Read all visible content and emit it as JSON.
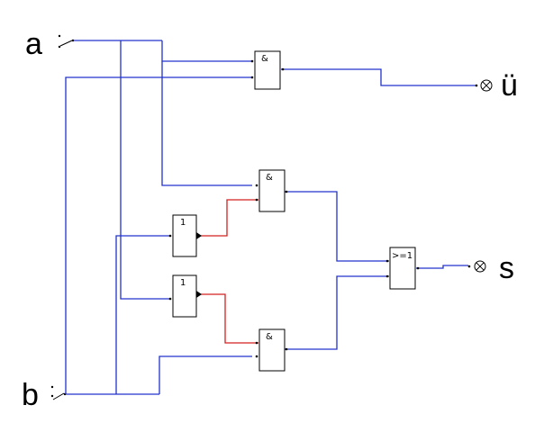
{
  "inputs": {
    "a": {
      "label": "a"
    },
    "b": {
      "label": "b"
    }
  },
  "outputs": {
    "u": {
      "label": "ü"
    },
    "s": {
      "label": "s"
    }
  },
  "gates": {
    "and_top": {
      "label": "&"
    },
    "and_mid": {
      "label": "&"
    },
    "and_bottom": {
      "label": "&"
    },
    "not_upper": {
      "label": "1"
    },
    "not_lower": {
      "label": "1"
    },
    "or": {
      "label": ">=1"
    }
  },
  "colors": {
    "wire": "#2233cc",
    "inverted_wire": "#d42020",
    "gate_border": "#000000"
  }
}
